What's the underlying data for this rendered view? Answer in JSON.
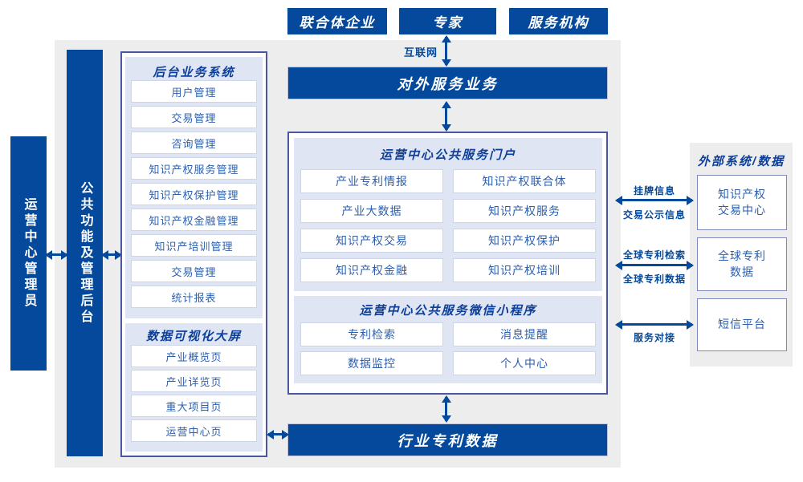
{
  "colors": {
    "primary_blue": "#04499b",
    "panel_border": "#4b56a1",
    "panel_bg": "#e0e5f3",
    "item_text": "#2d5fae",
    "canvas_gray": "#ededee"
  },
  "top_actors": {
    "consortium": "联合体企业",
    "experts": "专家",
    "agencies": "服务机构"
  },
  "internet_label": "互联网",
  "external_service_bar": "对外服务业务",
  "industry_data_bar": "行业专利数据",
  "admin_bar": "运营中心管理员",
  "public_admin_bar": "公共功能及管理后台",
  "backend_panel": {
    "title": "后台业务系统",
    "items": [
      "用户管理",
      "交易管理",
      "咨询管理",
      "知识产权服务管理",
      "知识产权保护管理",
      "知识产权金融管理",
      "知识产培训管理",
      "交易管理",
      "统计报表"
    ]
  },
  "dashboard_panel": {
    "title": "数据可视化大屏",
    "items": [
      "产业概览页",
      "产业详览页",
      "重大项目页",
      "运营中心页"
    ]
  },
  "portal_panel": {
    "title": "运营中心公共服务门户",
    "items": [
      "产业专利情报",
      "知识产权联合体",
      "产业大数据",
      "知识产权服务",
      "知识产权交易",
      "知识产权保护",
      "知识产权金融",
      "知识产权培训"
    ]
  },
  "miniprogram_panel": {
    "title": "运营中心公共服务微信小程序",
    "items": [
      "专利检索",
      "消息提醒",
      "数据监控",
      "个人中心"
    ]
  },
  "external_systems": {
    "title": "外部系统/数据",
    "boxes": [
      "知识产权\n交易中心",
      "全球专利\n数据",
      "短信平台"
    ]
  },
  "link_labels": {
    "listing_info": "挂牌信息",
    "trade_publicity": "交易公示信息",
    "global_patent_search": "全球专利检索",
    "global_patent_data": "全球专利数据",
    "service_connect": "服务对接"
  }
}
